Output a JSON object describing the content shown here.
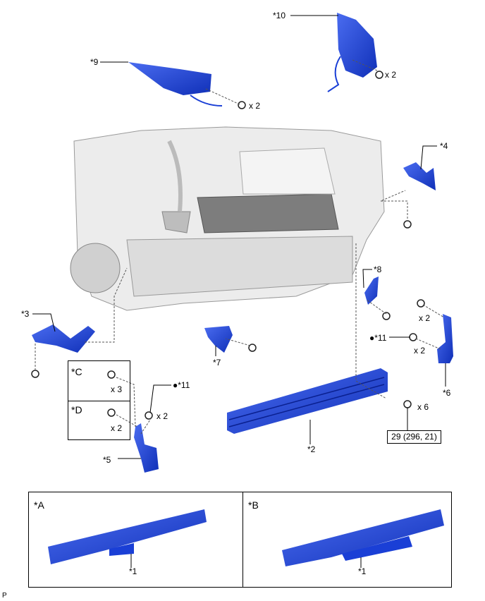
{
  "callouts": {
    "p10": "*10",
    "p10_qty": "x 2",
    "p9": "*9",
    "p9_qty": "x 2",
    "p4": "*4",
    "p8": "*8",
    "p8_qty": "x 2",
    "p11_right": "●*11",
    "p11_right_qty": "x 2",
    "p6": "*6",
    "p7": "*7",
    "p3": "*3",
    "p2": "*2",
    "p2_qty": "x 6",
    "torque": "29 (296, 21)",
    "p5": "*5",
    "p11_left": "●*11",
    "p11_left_qty": "x 2"
  },
  "variant_box": {
    "c_label": "*C",
    "c_qty": "x 3",
    "d_label": "*D",
    "d_qty": "x 2"
  },
  "bottom_panels": {
    "a_label": "*A",
    "a_part": "*1",
    "b_label": "*B",
    "b_part": "*1"
  },
  "footer": "P",
  "colors": {
    "part_blue": "#1a3fd6",
    "body_grey": "#d8d8d8"
  }
}
